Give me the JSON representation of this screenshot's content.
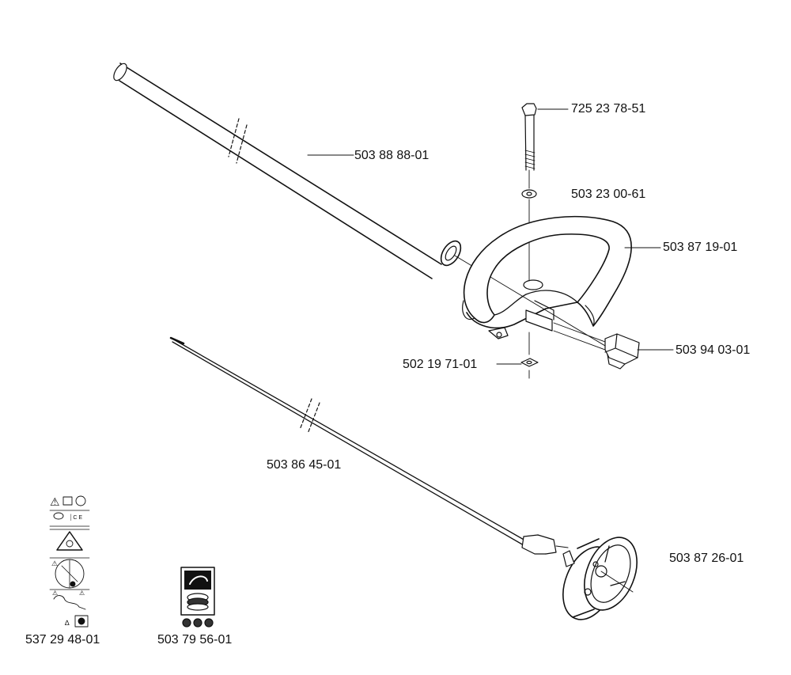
{
  "parts": {
    "bolt": "725 23 78-51",
    "washer": "503 23 00-61",
    "shaft_tube": "503 88 88-01",
    "handle": "503 87 19-01",
    "clamp": "503 94 03-01",
    "nut": "502 19 71-01",
    "drive_shaft": "503 86 45-01",
    "clutch_drum": "503 87 26-01",
    "decal_set": "537 29 48-01",
    "decal": "503 79 56-01"
  },
  "colors": {
    "line": "#111111",
    "background": "#ffffff"
  }
}
